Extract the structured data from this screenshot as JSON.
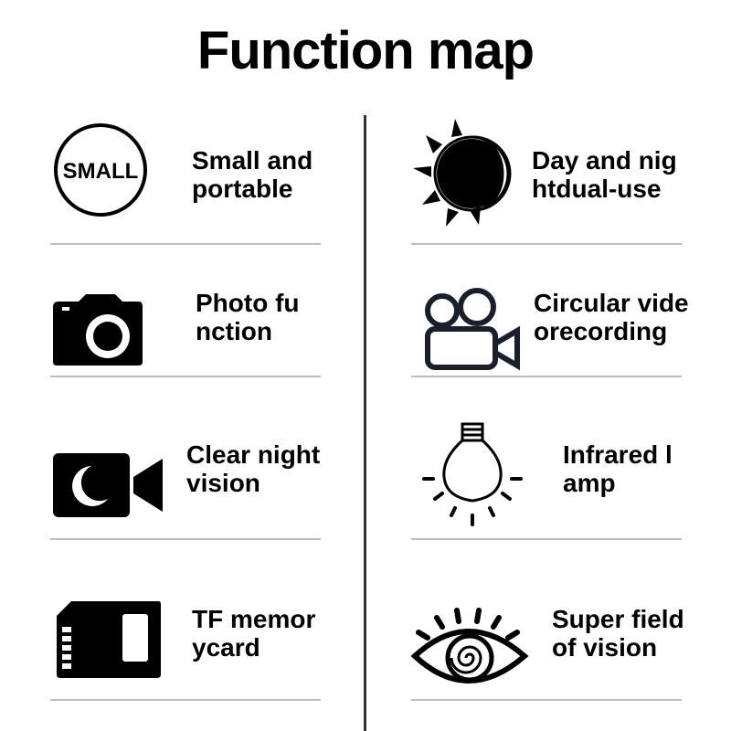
{
  "title": "Function map",
  "features": [
    {
      "icon": "small-badge-icon",
      "badge_text": "SMALL",
      "line1": "Small and",
      "line2": "portable"
    },
    {
      "icon": "sun-moon-icon",
      "line1": "Day and nig",
      "line2": "htdual-use"
    },
    {
      "icon": "camera-icon",
      "line1": "Photo fu",
      "line2": "nction"
    },
    {
      "icon": "film-camera-icon",
      "line1": "Circular vide",
      "line2": "orecording"
    },
    {
      "icon": "night-video-icon",
      "line1": "Clear night",
      "line2": "vision"
    },
    {
      "icon": "light-bulb-icon",
      "line1": "Infrared l",
      "line2": "amp"
    },
    {
      "icon": "sd-card-icon",
      "line1": "TF memor",
      "line2": "ycard"
    },
    {
      "icon": "eye-icon",
      "line1": "Super field",
      "line2": "of vision"
    }
  ]
}
